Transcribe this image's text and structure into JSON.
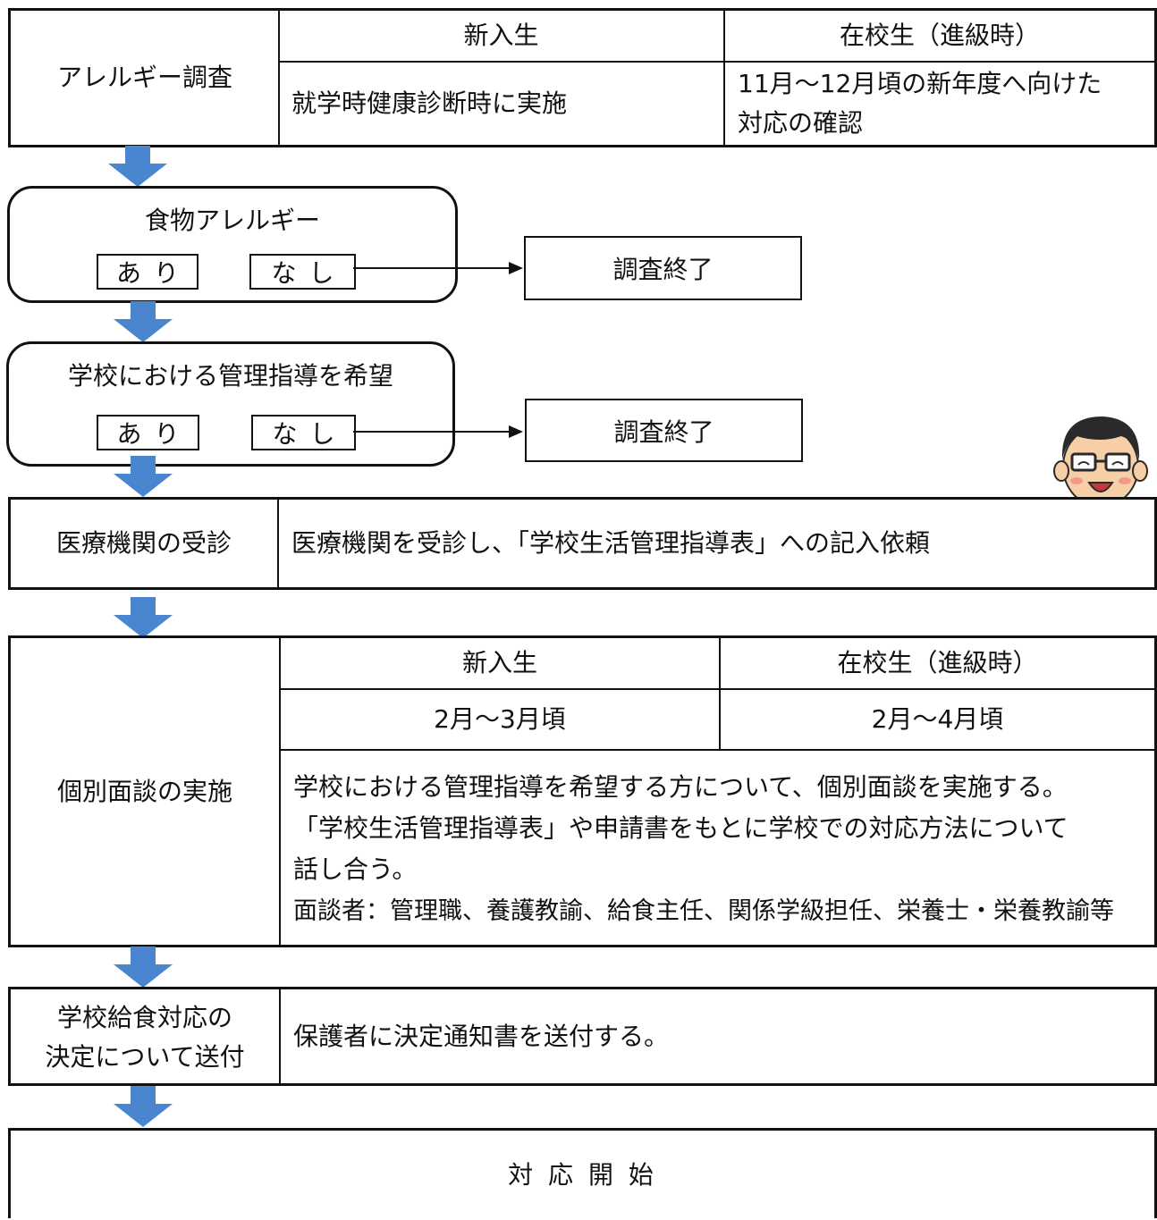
{
  "survey": {
    "title": "アレルギー調査",
    "col_new": "新入生",
    "col_current": "在校生（進級時）",
    "new_text": "就学時健康診断時に実施",
    "current_text_line1": "11月～12月頃の新年度へ向けた",
    "current_text_line2": "対応の確認"
  },
  "food_allergy": {
    "title": "食物アレルギー",
    "yes": "あり",
    "no": "なし",
    "end": "調査終了"
  },
  "guidance": {
    "title": "学校における管理指導を希望",
    "yes": "あり",
    "no": "なし",
    "end": "調査終了"
  },
  "medical": {
    "label": "医療機関の受診",
    "text": "医療機関を受診し、「学校生活管理指導表」への記入依頼"
  },
  "interview": {
    "label": "個別面談の実施",
    "col_new": "新入生",
    "col_current": "在校生（進級時）",
    "new_period": "2月～3月頃",
    "current_period": "2月～4月頃",
    "line1": "学校における管理指導を希望する方について、個別面談を実施する。",
    "line2": "「学校生活管理指導表」や申請書をもとに学校での対応方法について",
    "line3": "話し合う。",
    "line4": "面談者：管理職、養護教諭、給食主任、関係学級担任、栄養士・栄養教諭等"
  },
  "lunch": {
    "label_line1": "学校給食対応の",
    "label_line2": "決定について送付",
    "text": "保護者に決定通知書を送付する。"
  },
  "start": {
    "text": "対 応 開 始"
  },
  "colors": {
    "arrow": "#4a86d0",
    "border": "#111111"
  }
}
